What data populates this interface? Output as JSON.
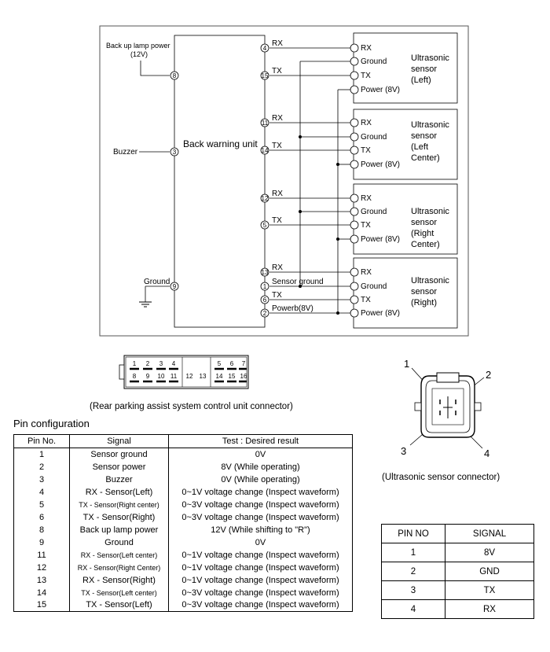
{
  "wiring": {
    "unit_label": "Back warning unit",
    "backup_lamp_power": "Back up lamp power",
    "backup_lamp_voltage": "(12V)",
    "buzzer_label": "Buzzer",
    "ground_label": "Ground",
    "unit_pins": [
      "4",
      "15",
      "8",
      "11",
      "14",
      "3",
      "12",
      "5",
      "13",
      "1",
      "6",
      "9",
      "2"
    ],
    "wire_labels": [
      "RX",
      "TX",
      "RX",
      "TX",
      "RX",
      "TX",
      "RX",
      "Sensor ground",
      "TX",
      "Powerb(8V)"
    ],
    "sensor_pin_labels": [
      "RX",
      "Ground",
      "TX",
      "Power (8V)"
    ],
    "sensors": [
      {
        "lines": [
          "Ultrasonic",
          "sensor",
          "(Left)"
        ]
      },
      {
        "lines": [
          "Ultrasonic",
          "sensor",
          "(Left",
          "Center)"
        ]
      },
      {
        "lines": [
          "Ultrasonic",
          "sensor",
          "(Right",
          "Center)"
        ]
      },
      {
        "lines": [
          "Ultrasonic",
          "sensor",
          "(Right)"
        ]
      }
    ]
  },
  "connector": {
    "top_pins": [
      "1",
      "2",
      "3",
      "4",
      "5",
      "6",
      "7"
    ],
    "bottom_pins": [
      "8",
      "9",
      "10",
      "11",
      "12",
      "13",
      "14",
      "15",
      "16"
    ],
    "caption": "(Rear parking assist system control unit connector)"
  },
  "pin_config": {
    "title": "Pin configuration",
    "headers": [
      "Pin No.",
      "Signal",
      "Test : Desired result"
    ],
    "rows": [
      [
        "1",
        "Sensor ground",
        "0V"
      ],
      [
        "2",
        "Sensor power",
        "8V (While operating)"
      ],
      [
        "3",
        "Buzzer",
        "0V (While operating)"
      ],
      [
        "4",
        "RX - Sensor(Left)",
        "0~1V voltage change (Inspect waveform)"
      ],
      [
        "5",
        "TX - Sensor(Right center)",
        "0~3V voltage change (Inspect waveform)"
      ],
      [
        "6",
        "TX - Sensor(Right)",
        "0~3V voltage change (Inspect waveform)"
      ],
      [
        "8",
        "Back up lamp power",
        "12V (While shifting to \"R\")"
      ],
      [
        "9",
        "Ground",
        "0V"
      ],
      [
        "11",
        "RX - Sensor(Left center)",
        "0~1V voltage change (Inspect waveform)"
      ],
      [
        "12",
        "RX - Sensor(Right Center)",
        "0~1V voltage change (Inspect waveform)"
      ],
      [
        "13",
        "RX - Sensor(Right)",
        "0~1V voltage change (Inspect waveform)"
      ],
      [
        "14",
        "TX - Sensor(Left center)",
        "0~3V voltage change (Inspect waveform)"
      ],
      [
        "15",
        "TX - Sensor(Left)",
        "0~3V voltage change (Inspect waveform)"
      ]
    ]
  },
  "sensor_connector": {
    "pins": [
      "1",
      "2",
      "3",
      "4"
    ],
    "caption": "(Ultrasonic sensor connector)"
  },
  "signal_table": {
    "headers": [
      "PIN NO",
      "SIGNAL"
    ],
    "rows": [
      [
        "1",
        "8V"
      ],
      [
        "2",
        "GND"
      ],
      [
        "3",
        "TX"
      ],
      [
        "4",
        "RX"
      ]
    ]
  }
}
